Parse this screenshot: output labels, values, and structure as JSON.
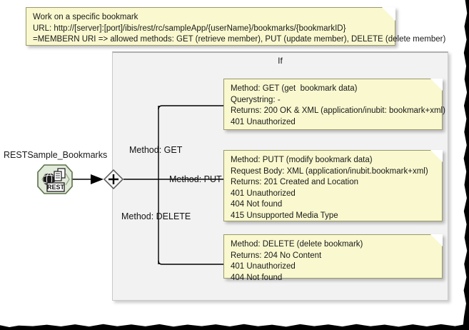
{
  "diagram": {
    "container": {
      "label": "If"
    },
    "start_node": {
      "name": "RESTSample_Bookmarks",
      "icon": "rest-connector-icon",
      "badge": "REST"
    },
    "merge_node": {
      "icon": "plus-diamond-icon"
    },
    "branches": [
      {
        "id": "get",
        "label": "Method: GET"
      },
      {
        "id": "put",
        "label": "Method: PUT"
      },
      {
        "id": "delete",
        "label": "Method: DELETE"
      }
    ],
    "notes": {
      "header": {
        "icon": "note-fold-icon",
        "lines": [
          "Work on a specific bookmark",
          "URL: http://[server]:[port]/ibis/rest/rc/sampleApp/{userName}/bookmarks/{bookmarkID}",
          "=MEMBERN URI => allowed methods: GET (retrieve member), PUT (update member), DELETE (delete member)"
        ]
      },
      "get": {
        "icon": "note-fold-icon",
        "lines": [
          "Method: GET (get  bookmark data)",
          "Querystring: -",
          "Returns: 200 OK & XML (application/inubit: bookmark+xml)",
          "401 Unauthorized"
        ]
      },
      "put": {
        "icon": "note-fold-icon",
        "lines": [
          "Method: PUTT (modify bookmark data)",
          "Request Body: XML (application/inubit.bookmark+xml)",
          "Returns: 201 Created and Location",
          "401 Unauthorized",
          "404 Not found",
          "415 Unsupported Media Type"
        ]
      },
      "delete": {
        "icon": "note-fold-icon",
        "lines": [
          "Method: DELETE (delete bookmark)",
          "Returns: 204 No Content",
          "401 Unauthorized",
          "404 Not found"
        ]
      }
    },
    "colors": {
      "note_fill": "#f9f8cf",
      "note_border": "#9a9a6d",
      "container_fill": "#f2f2f2",
      "container_border": "#c9c9c9",
      "node_fill": "#e2eada",
      "line": "#000000",
      "page_background": "#ffffff"
    }
  }
}
